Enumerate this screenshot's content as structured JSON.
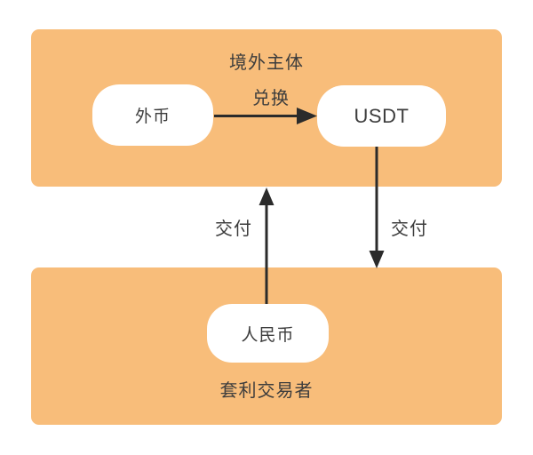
{
  "colors": {
    "background": "#ffffff",
    "group_fill": "#f8bd7a",
    "node_fill": "#ffffff",
    "text": "#3d3d3d",
    "arrow": "#2b2b2b"
  },
  "groups": {
    "overseas": {
      "label": "境外主体"
    },
    "arbitrage": {
      "label": "套利交易者"
    }
  },
  "nodes": {
    "foreign_currency": {
      "label": "外币"
    },
    "usdt": {
      "label": "USDT"
    },
    "rmb": {
      "label": "人民币"
    }
  },
  "edges": {
    "exchange": {
      "label": "兑换",
      "from": "外币",
      "to": "USDT"
    },
    "deliver_up": {
      "label": "交付",
      "from": "人民币",
      "to": "境外主体"
    },
    "deliver_down": {
      "label": "交付",
      "from": "USDT",
      "to": "套利交易者"
    }
  }
}
